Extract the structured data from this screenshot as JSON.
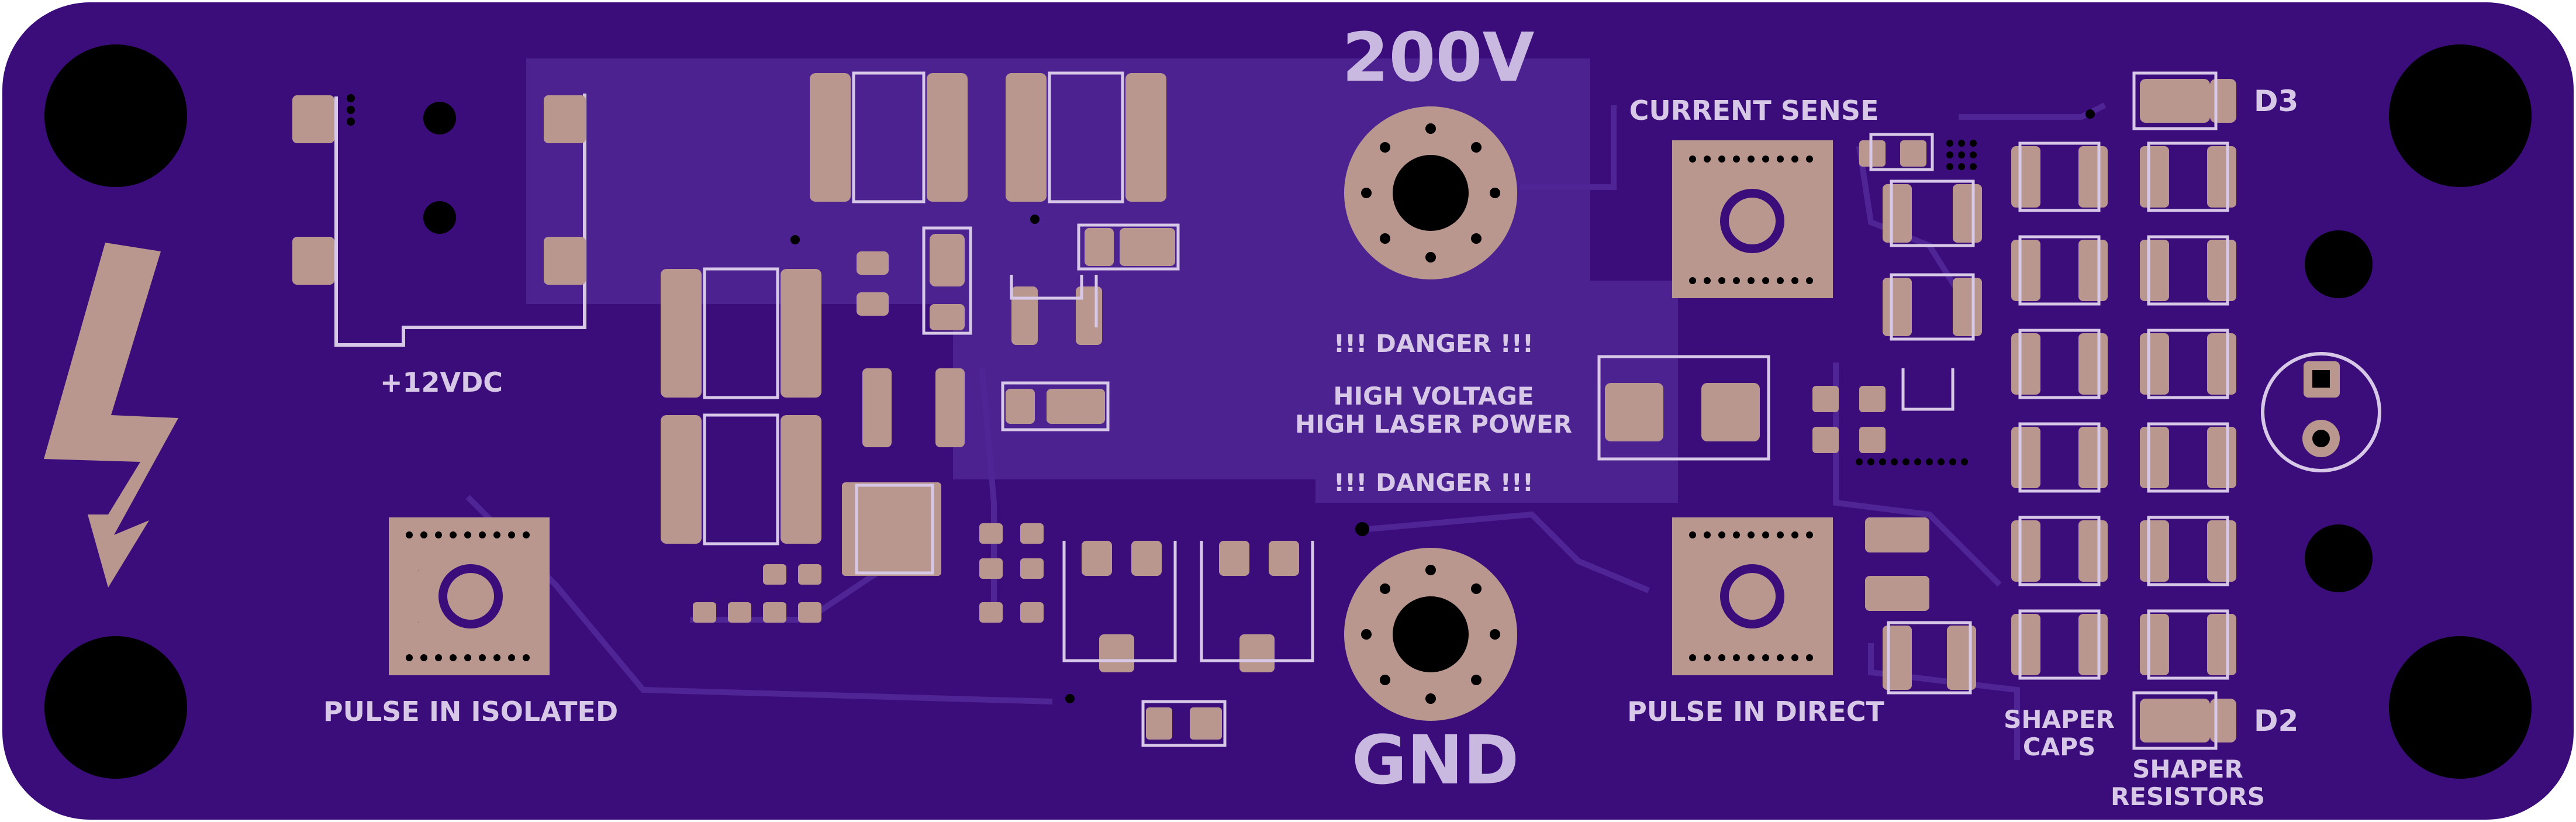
{
  "board": {
    "labels": {
      "hv": "200V",
      "gnd": "GND",
      "current_sense": "CURRENT SENSE",
      "d3": "D3",
      "d2": "D2",
      "power": "+12VDC",
      "danger_top": "!!! DANGER !!!",
      "warning_line1": "HIGH VOLTAGE",
      "warning_line2": "HIGH LASER POWER",
      "danger_bottom": "!!! DANGER !!!",
      "pulse_isolated": "PULSE IN ISOLATED",
      "pulse_direct": "PULSE IN DIRECT",
      "shaper_caps_1": "SHAPER",
      "shaper_caps_2": "CAPS",
      "shaper_res_1": "SHAPER",
      "shaper_res_2": "RESISTORS"
    }
  },
  "colors": {
    "substrate": "#3d0f7d",
    "copper_fill": "#4a1f8f",
    "pad": "#b9978f",
    "hole": "#000000",
    "silkscreen": "#d8c8e8"
  }
}
